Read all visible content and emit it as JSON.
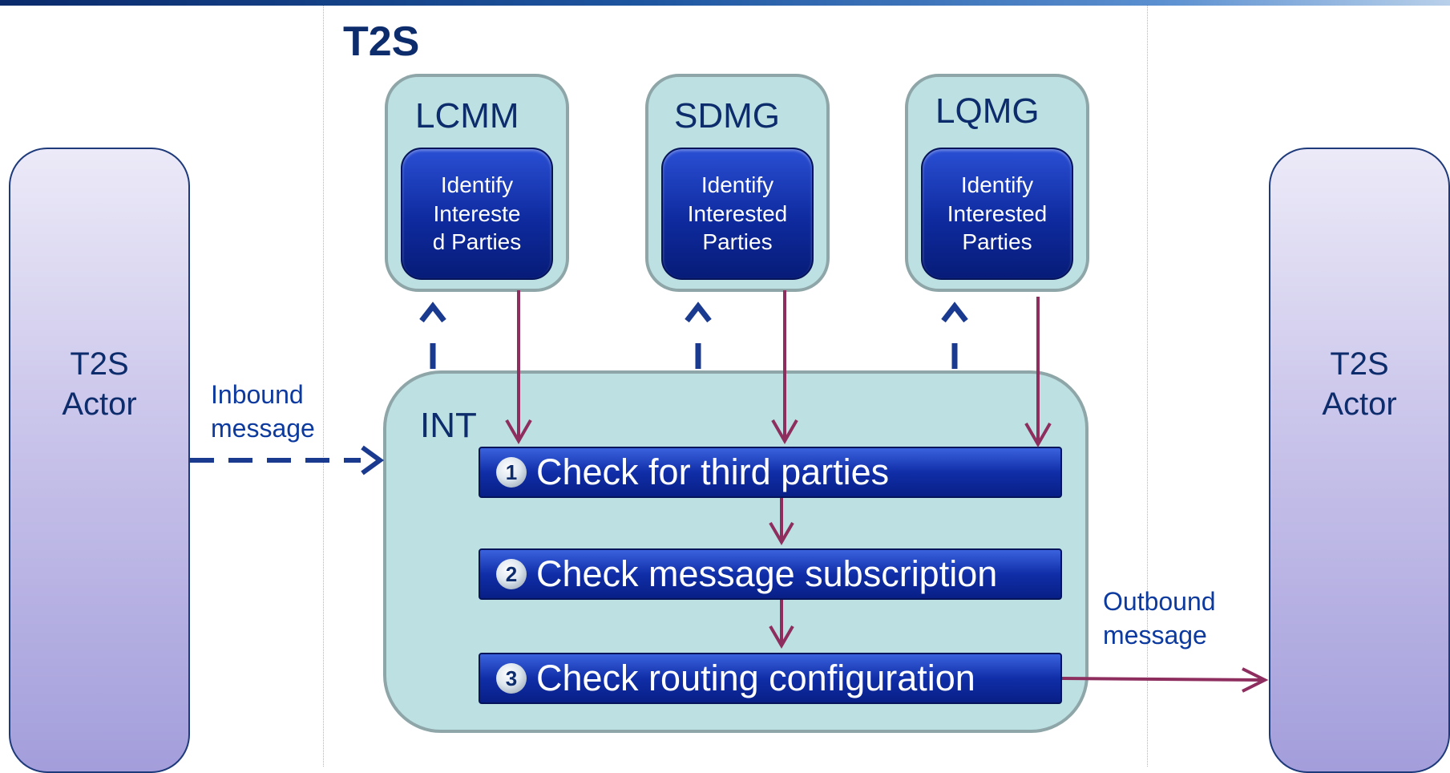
{
  "title": "T2S",
  "actors": {
    "left": "T2S\nActor",
    "right": "T2S\nActor"
  },
  "modules": [
    {
      "label": "LCMM",
      "task": "Identify\nIntereste\nd Parties"
    },
    {
      "label": "SDMG",
      "task": "Identify\nInterested\nParties"
    },
    {
      "label": "LQMG",
      "task": "Identify\nInterested\nParties"
    }
  ],
  "int": {
    "label": "INT",
    "steps": [
      {
        "number": "1",
        "label": "Check for third parties"
      },
      {
        "number": "2",
        "label": "Check message subscription"
      },
      {
        "number": "3",
        "label": "Check routing configuration"
      }
    ]
  },
  "messages": {
    "inbound": "Inbound\nmessage",
    "outbound": "Outbound\nmessage"
  },
  "colors": {
    "navy": "#0d2c6b",
    "dashed_arrow": "#1a3a8f",
    "solid_arrow": "#8e2e5f",
    "module_fill": "#bde1e3",
    "button_fill": "#0e2a9e"
  }
}
